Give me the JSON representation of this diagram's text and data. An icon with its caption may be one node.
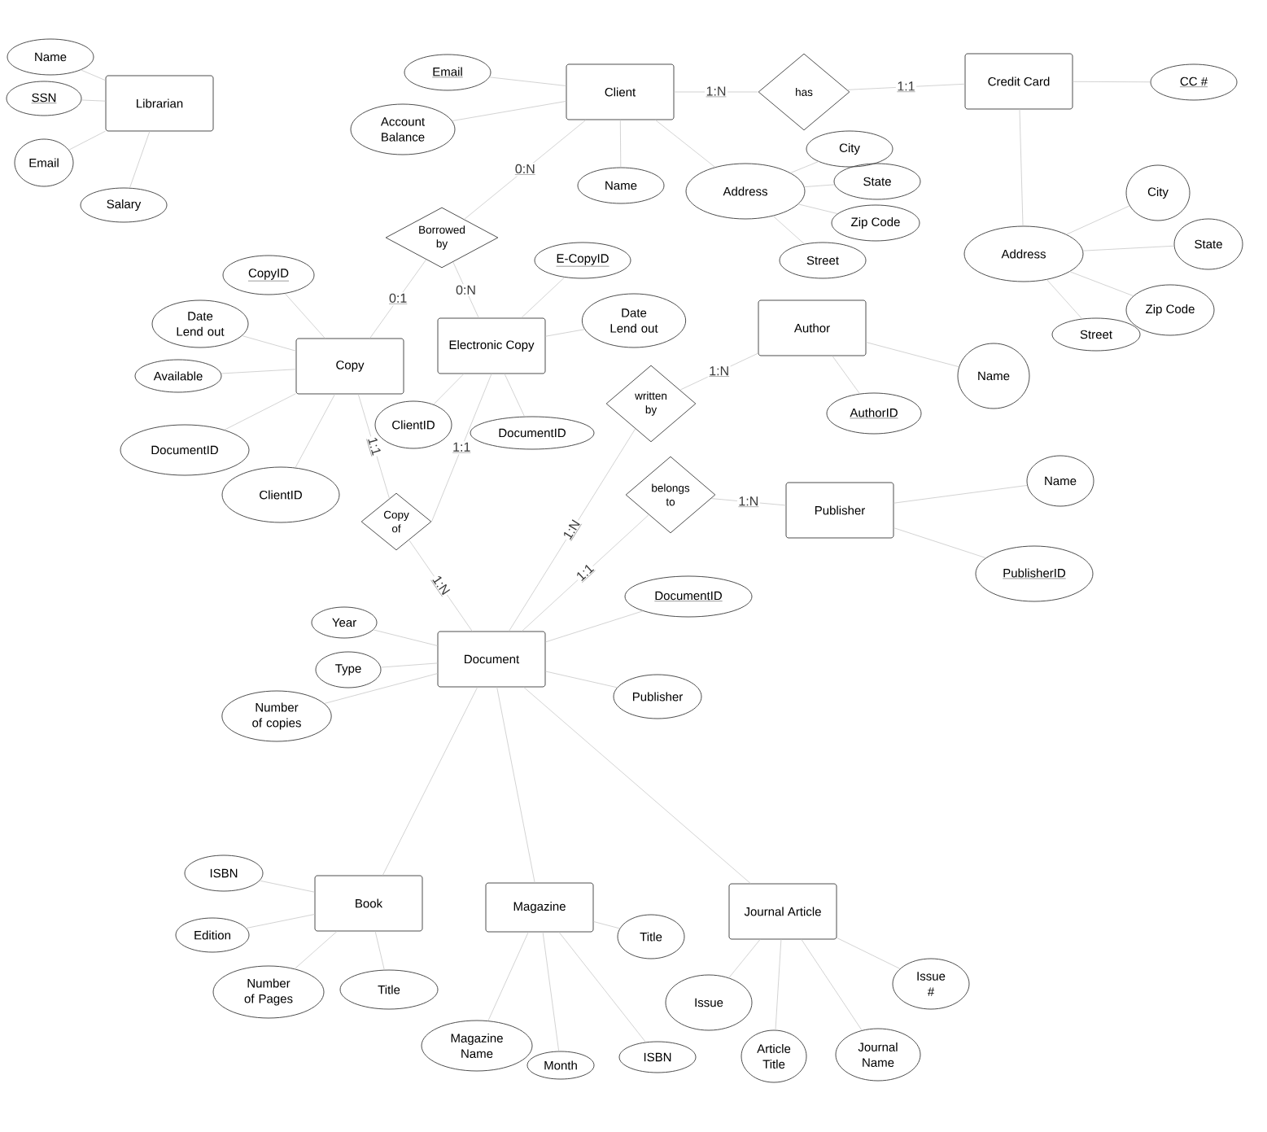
{
  "diagram": {
    "nodes": [
      {
        "text": [
          "Librarian"
        ]
      },
      {
        "text": [
          "Name"
        ]
      },
      {
        "text": [
          "SSN"
        ]
      },
      {
        "text": [
          "Email"
        ]
      },
      {
        "text": [
          "Salary"
        ]
      },
      {
        "text": [
          "Email"
        ]
      },
      {
        "text": [
          "Client"
        ]
      },
      {
        "text": [
          "Account Balance"
        ]
      },
      {
        "text": [
          "has"
        ]
      },
      {
        "text": [
          "Credit Card"
        ]
      },
      {
        "text": [
          "CC #"
        ]
      },
      {
        "text": [
          "Name"
        ]
      },
      {
        "text": [
          "Address"
        ]
      },
      {
        "text": [
          "City"
        ]
      },
      {
        "text": [
          "State"
        ]
      },
      {
        "text": [
          "Zip Code"
        ]
      },
      {
        "text": [
          "Street"
        ]
      },
      {
        "text": [
          "Address"
        ]
      },
      {
        "text": [
          "City"
        ]
      },
      {
        "text": [
          "State"
        ]
      },
      {
        "text": [
          "Zip Code"
        ]
      },
      {
        "text": [
          "Street"
        ]
      },
      {
        "text": [
          "Borrowed by"
        ]
      },
      {
        "text": [
          "CopyID"
        ]
      },
      {
        "text": [
          "Date Lend out"
        ]
      },
      {
        "text": [
          "Available"
        ]
      },
      {
        "text": [
          "Copy"
        ]
      },
      {
        "text": [
          "DocumentID"
        ]
      },
      {
        "text": [
          "ClientID"
        ]
      },
      {
        "text": [
          "E-CopyID"
        ]
      },
      {
        "text": [
          "Electronic Copy"
        ]
      },
      {
        "text": [
          "Date Lend out"
        ]
      },
      {
        "text": [
          "ClientID"
        ]
      },
      {
        "text": [
          "DocumentID"
        ]
      },
      {
        "text": [
          "Author"
        ]
      },
      {
        "text": [
          "Name"
        ]
      },
      {
        "text": [
          "AuthorID"
        ]
      },
      {
        "text": [
          "written by"
        ]
      },
      {
        "text": [
          "belongs to"
        ]
      },
      {
        "text": [
          "Publisher"
        ]
      },
      {
        "text": [
          "Name"
        ]
      },
      {
        "text": [
          "PublisherID"
        ]
      },
      {
        "text": [
          "Copy of"
        ]
      },
      {
        "text": [
          "DocumentID"
        ]
      },
      {
        "text": [
          "Document"
        ]
      },
      {
        "text": [
          "Year"
        ]
      },
      {
        "text": [
          "Type"
        ]
      },
      {
        "text": [
          "Number of copies"
        ]
      },
      {
        "text": [
          "Publisher"
        ]
      },
      {
        "text": [
          "Book"
        ]
      },
      {
        "text": [
          "ISBN"
        ]
      },
      {
        "text": [
          "Edition"
        ]
      },
      {
        "text": [
          "Number of Pages"
        ]
      },
      {
        "text": [
          "Title"
        ]
      },
      {
        "text": [
          "Magazine"
        ]
      },
      {
        "text": [
          "Title"
        ]
      },
      {
        "text": [
          "Magazine Name"
        ]
      },
      {
        "text": [
          "Month"
        ]
      },
      {
        "text": [
          "ISBN"
        ]
      },
      {
        "text": [
          "Journal Article"
        ]
      },
      {
        "text": [
          "Issue"
        ]
      },
      {
        "text": [
          "Article Title"
        ]
      },
      {
        "text": [
          "Journal Name"
        ]
      },
      {
        "text": [
          "Issue #"
        ]
      }
    ],
    "edges": [
      {
        "from": 0,
        "to": 1,
        "arrow": "none"
      },
      {
        "from": 0,
        "to": 2,
        "arrow": "none"
      },
      {
        "from": 0,
        "to": 3,
        "arrow": "none"
      },
      {
        "from": 0,
        "to": 4,
        "arrow": "none"
      },
      {
        "from": 6,
        "to": 5,
        "arrow": "none"
      },
      {
        "from": 6,
        "to": 7,
        "arrow": "none"
      },
      {
        "from": 6,
        "to": 8,
        "arrow": "none",
        "label": "1:N"
      },
      {
        "from": 8,
        "to": 9,
        "arrow": "none",
        "label": "1:1"
      },
      {
        "from": 9,
        "to": 10,
        "arrow": "none"
      },
      {
        "from": 6,
        "to": 11,
        "arrow": "none"
      },
      {
        "from": 6,
        "to": 12,
        "arrow": "none"
      },
      {
        "from": 12,
        "to": 13,
        "arrow": "none"
      },
      {
        "from": 12,
        "to": 14,
        "arrow": "none"
      },
      {
        "from": 12,
        "to": 15,
        "arrow": "none"
      },
      {
        "from": 12,
        "to": 16,
        "arrow": "none"
      },
      {
        "from": 9,
        "to": 17,
        "arrow": "none"
      },
      {
        "from": 17,
        "to": 18,
        "arrow": "none"
      },
      {
        "from": 17,
        "to": 19,
        "arrow": "none"
      },
      {
        "from": 17,
        "to": 20,
        "arrow": "none"
      },
      {
        "from": 17,
        "to": 21,
        "arrow": "none"
      },
      {
        "from": 6,
        "to": 22,
        "arrow": "none",
        "label": "0:N"
      },
      {
        "from": 22,
        "to": 26,
        "arrow": "none",
        "label": "0:1"
      },
      {
        "from": 22,
        "to": 30,
        "arrow": "none",
        "label": "0:N"
      },
      {
        "from": 26,
        "to": 23,
        "arrow": "none"
      },
      {
        "from": 26,
        "to": 24,
        "arrow": "none"
      },
      {
        "from": 26,
        "to": 25,
        "arrow": "none"
      },
      {
        "from": 26,
        "to": 27,
        "arrow": "none"
      },
      {
        "from": 26,
        "to": 28,
        "arrow": "none"
      },
      {
        "from": 30,
        "to": 29,
        "arrow": "none"
      },
      {
        "from": 30,
        "to": 31,
        "arrow": "none"
      },
      {
        "from": 30,
        "to": 32,
        "arrow": "none"
      },
      {
        "from": 30,
        "to": 33,
        "arrow": "none"
      },
      {
        "from": 26,
        "to": 42,
        "arrow": "none",
        "label": "1:1"
      },
      {
        "from": 30,
        "to": 42,
        "arrow": "none",
        "label": "1:1"
      },
      {
        "from": 42,
        "to": 44,
        "arrow": "none",
        "label": "1:N"
      },
      {
        "from": 44,
        "to": 37,
        "arrow": "none",
        "label": "1:N"
      },
      {
        "from": 37,
        "to": 34,
        "arrow": "none",
        "label": "1:N"
      },
      {
        "from": 34,
        "to": 35,
        "arrow": "none"
      },
      {
        "from": 34,
        "to": 36,
        "arrow": "none"
      },
      {
        "from": 44,
        "to": 38,
        "arrow": "none",
        "label": "1:1"
      },
      {
        "from": 38,
        "to": 39,
        "arrow": "none",
        "label": "1:N"
      },
      {
        "from": 39,
        "to": 40,
        "arrow": "none"
      },
      {
        "from": 39,
        "to": 41,
        "arrow": "none"
      },
      {
        "from": 44,
        "to": 43,
        "arrow": "none"
      },
      {
        "from": 44,
        "to": 45,
        "arrow": "none"
      },
      {
        "from": 44,
        "to": 46,
        "arrow": "none"
      },
      {
        "from": 44,
        "to": 47,
        "arrow": "none"
      },
      {
        "from": 44,
        "to": 48,
        "arrow": "none"
      },
      {
        "from": 44,
        "to": 49,
        "arrow": "none"
      },
      {
        "from": 44,
        "to": 54,
        "arrow": "none"
      },
      {
        "from": 44,
        "to": 59,
        "arrow": "none"
      },
      {
        "from": 49,
        "to": 50,
        "arrow": "none"
      },
      {
        "from": 49,
        "to": 51,
        "arrow": "none"
      },
      {
        "from": 49,
        "to": 52,
        "arrow": "none"
      },
      {
        "from": 49,
        "to": 53,
        "arrow": "none"
      },
      {
        "from": 54,
        "to": 55,
        "arrow": "none"
      },
      {
        "from": 54,
        "to": 56,
        "arrow": "none"
      },
      {
        "from": 54,
        "to": 57,
        "arrow": "none"
      },
      {
        "from": 54,
        "to": 58,
        "arrow": "none"
      },
      {
        "from": 59,
        "to": 60,
        "arrow": "none"
      },
      {
        "from": 59,
        "to": 61,
        "arrow": "none"
      },
      {
        "from": 59,
        "to": 62,
        "arrow": "none"
      },
      {
        "from": 59,
        "to": 63,
        "arrow": "none"
      }
    ]
  }
}
